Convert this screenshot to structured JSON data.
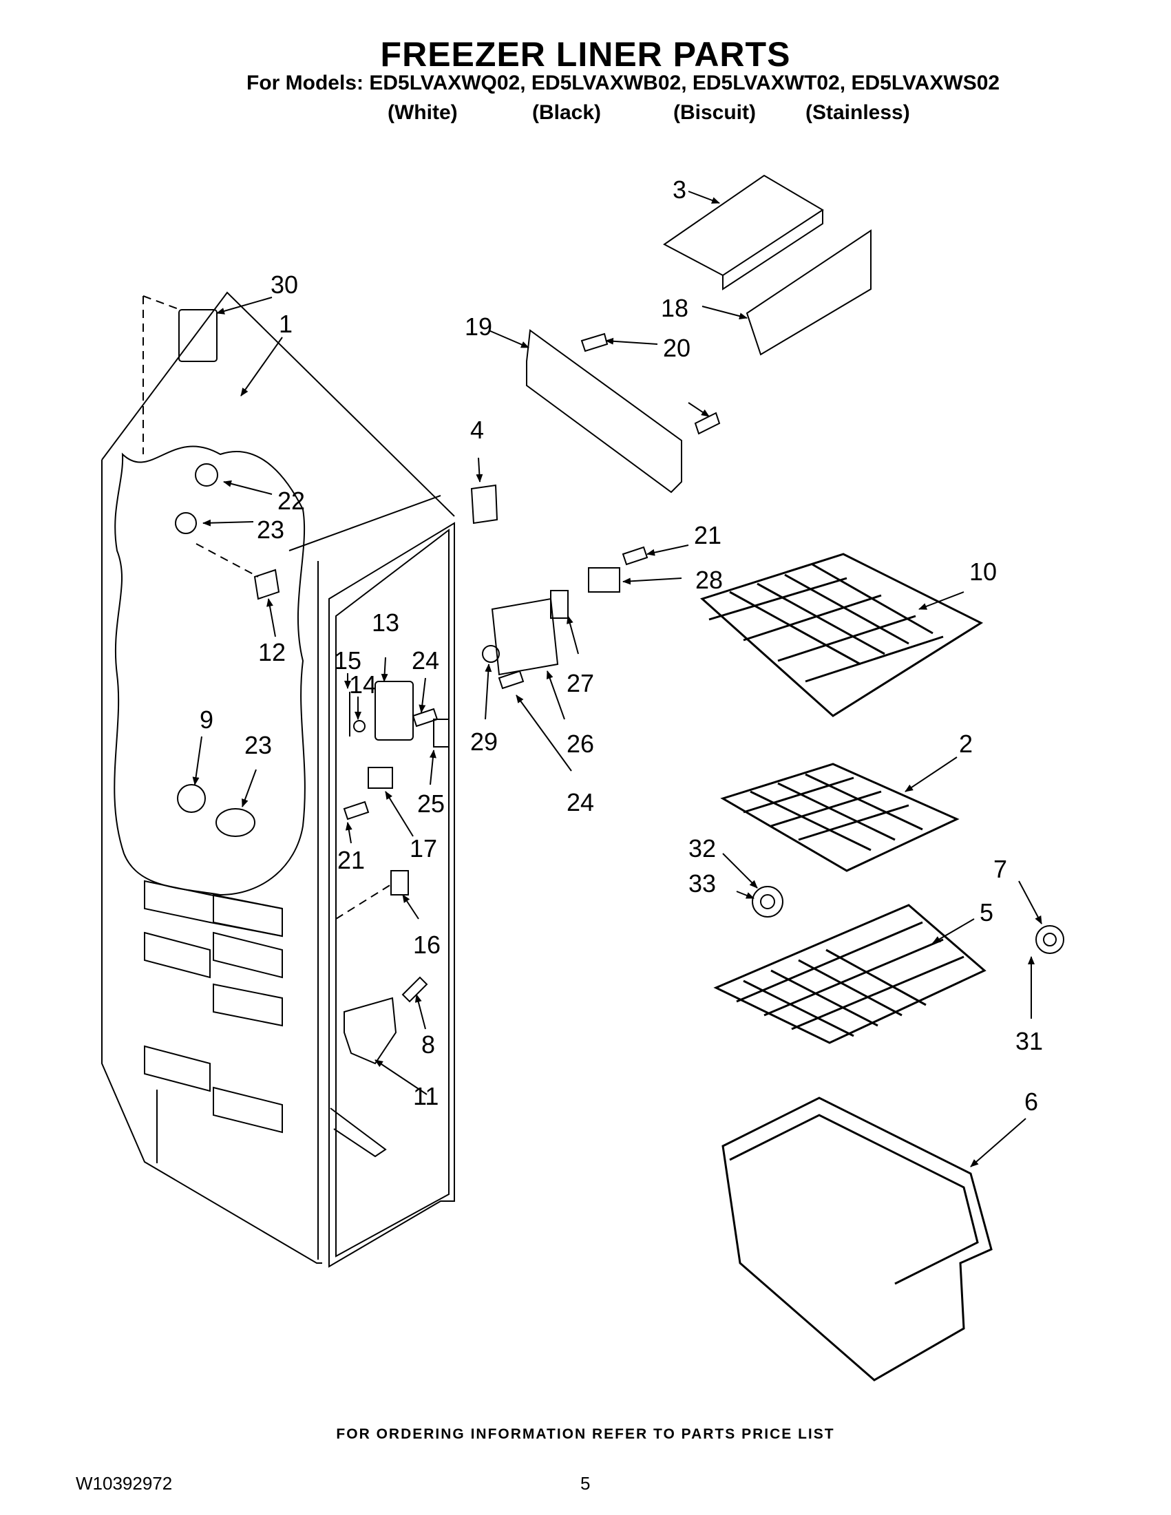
{
  "title": "FREEZER LINER PARTS",
  "models_line": "For Models: ED5LVAXWQ02, ED5LVAXWB02, ED5LVAXWT02, ED5LVAXWS02",
  "variants": [
    "(White)",
    "(Black)",
    "(Biscuit)",
    "(Stainless)"
  ],
  "callouts": [
    "30",
    "1",
    "22",
    "23",
    "12",
    "13",
    "15",
    "14",
    "24",
    "9",
    "23",
    "21",
    "17",
    "25",
    "16",
    "8",
    "11",
    "3",
    "18",
    "19",
    "20",
    "4",
    "21",
    "28",
    "29",
    "27",
    "26",
    "24",
    "10",
    "2",
    "32",
    "33",
    "7",
    "5",
    "31",
    "6"
  ],
  "footer_note": "FOR ORDERING INFORMATION REFER TO PARTS PRICE LIST",
  "document_number": "W10392972",
  "page_number": "5"
}
